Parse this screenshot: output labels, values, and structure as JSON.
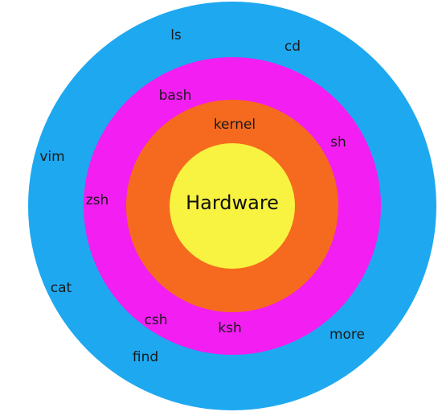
{
  "diagram": {
    "colors": {
      "outer_ring": "#1ea8f0",
      "shell_ring": "#f21ef2",
      "kernel_ring": "#f56a1e",
      "hardware_core": "#f8f240",
      "text": "#1a1a1a"
    },
    "core_label": "Hardware",
    "kernel_label": "kernel",
    "shells": [
      "bash",
      "sh",
      "zsh",
      "csh",
      "ksh"
    ],
    "commands": [
      "ls",
      "cd",
      "vim",
      "cat",
      "find",
      "more"
    ]
  }
}
